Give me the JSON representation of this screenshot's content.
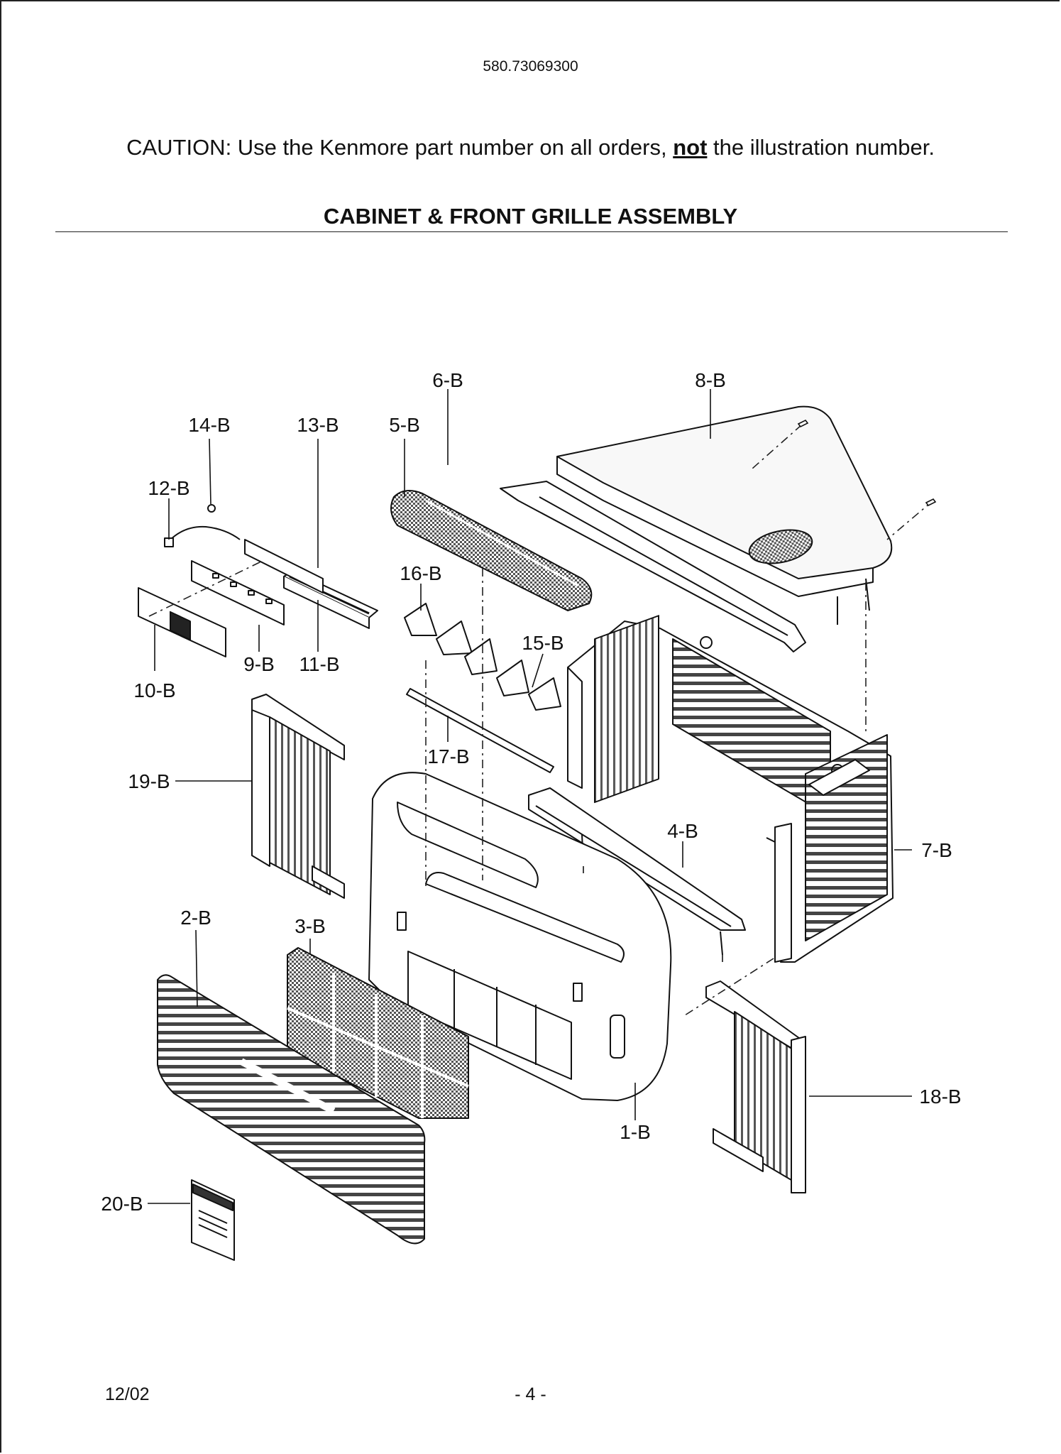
{
  "header": {
    "model_number": "580.73069300",
    "caution_before": "CAUTION: Use the Kenmore part number on all orders, ",
    "caution_emphasis": "not",
    "caution_after": " the illustration number.",
    "section_title": "CABINET & FRONT GRILLE ASSEMBLY"
  },
  "labels": {
    "p1": "1-B",
    "p2": "2-B",
    "p3": "3-B",
    "p4": "4-B",
    "p5": "5-B",
    "p6": "6-B",
    "p7": "7-B",
    "p8": "8-B",
    "p9": "9-B",
    "p10": "10-B",
    "p11": "11-B",
    "p12": "12-B",
    "p13": "13-B",
    "p14": "14-B",
    "p15": "15-B",
    "p16": "16-B",
    "p17": "17-B",
    "p18": "18-B",
    "p19": "19-B",
    "p20": "20-B"
  },
  "footer": {
    "date": "12/02",
    "page": "- 4 -"
  }
}
